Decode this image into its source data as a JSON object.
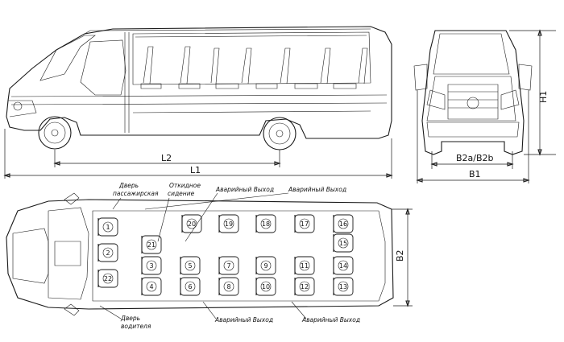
{
  "dimensions": {
    "L1": "L1",
    "L2": "L2",
    "H1": "H1",
    "B1": "B1",
    "B2": "B2",
    "B2ab": "B2a/B2b"
  },
  "notes": {
    "passenger_door": [
      "Дверь",
      "пассажирская"
    ],
    "folding_seat": [
      "Откидное",
      "сидение"
    ],
    "emergency_exit_top_left": "Аварийный Выход",
    "emergency_exit_top_right": "Аварийный Выход",
    "driver_door": [
      "Дверь",
      "водителя"
    ],
    "emergency_exit_bottom_left": "Аварийный Выход",
    "emergency_exit_bottom_right": "Аварийный Выход"
  },
  "seats": [
    "1",
    "2",
    "3",
    "4",
    "5",
    "6",
    "7",
    "8",
    "9",
    "10",
    "11",
    "12",
    "13",
    "14",
    "15",
    "16",
    "17",
    "18",
    "19",
    "20",
    "21",
    "22"
  ],
  "brand_logo": "vw-logo"
}
